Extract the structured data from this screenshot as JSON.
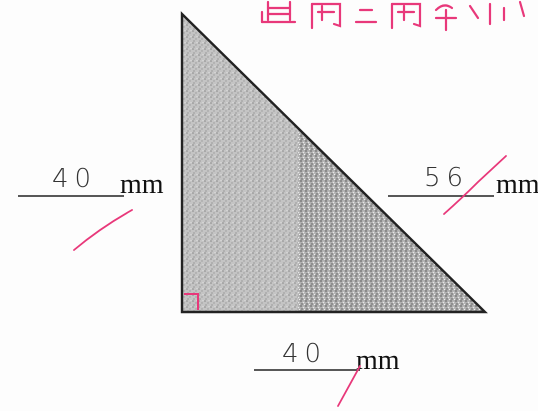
{
  "labels": {
    "left_value": "40",
    "left_unit": "mm",
    "right_value": "56",
    "right_unit": "mm",
    "bottom_value": "40",
    "bottom_unit": "mm"
  },
  "colors": {
    "ink": "#222222",
    "shade": "#bdbdbd",
    "shade_dark": "#9a9a9a",
    "red_pen": "#e8387a"
  }
}
